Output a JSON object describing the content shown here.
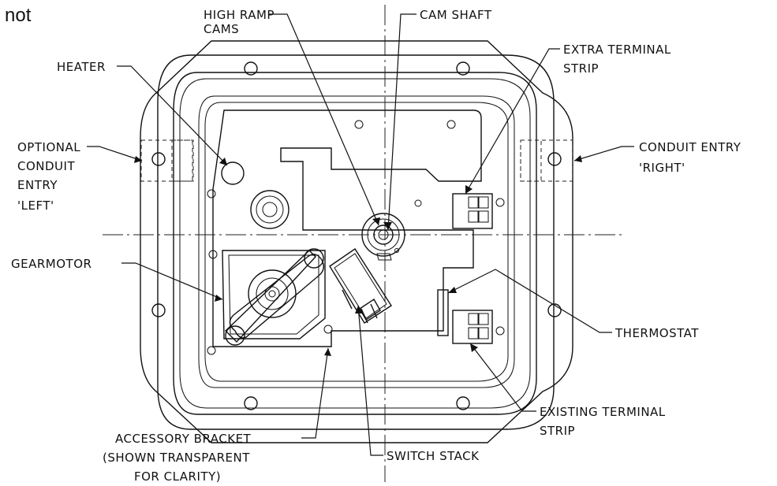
{
  "corner_text": "not",
  "labels": {
    "high_ramp": "HIGH RAMP",
    "cams": "CAMS",
    "cam_shaft": "CAM SHAFT",
    "heater": "HEATER",
    "extra_terminal": "EXTRA TERMINAL",
    "extra_strip": "STRIP",
    "optional": "OPTIONAL",
    "conduit": "CONDUIT",
    "entry": "ENTRY",
    "left": "'LEFT'",
    "conduit_entry": "CONDUIT ENTRY",
    "right": "'RIGHT'",
    "gearmotor": "GEARMOTOR",
    "thermostat": "THERMOSTAT",
    "existing_terminal": "EXISTING TERMINAL",
    "existing_strip": "STRIP",
    "accessory_bracket": "ACCESSORY BRACKET",
    "shown_transparent": "(SHOWN TRANSPARENT",
    "for_clarity": "FOR CLARITY)",
    "switch_stack": "SWITCH STACK"
  }
}
